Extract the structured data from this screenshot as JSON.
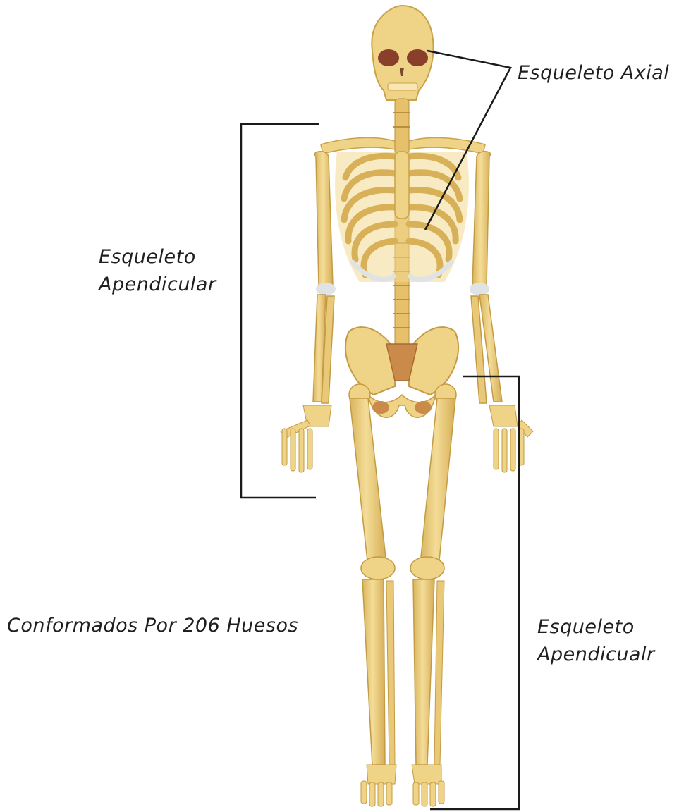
{
  "labels": {
    "axial": "Esqueleto Axial",
    "apendicular_upper": [
      "Esqueleto",
      "Apendicular"
    ],
    "apendicular_lower": [
      "Esqueleto",
      "Apendicualr"
    ],
    "total": "Conformados Por 206 Huesos"
  },
  "colors": {
    "bone": "#f0d58a",
    "bone_dark": "#c9a24a",
    "bone_light": "#f8e7b4",
    "cartilage": "#dfe3e6",
    "eye_socket": "#8a3f2a",
    "line": "#1a1a1a"
  }
}
